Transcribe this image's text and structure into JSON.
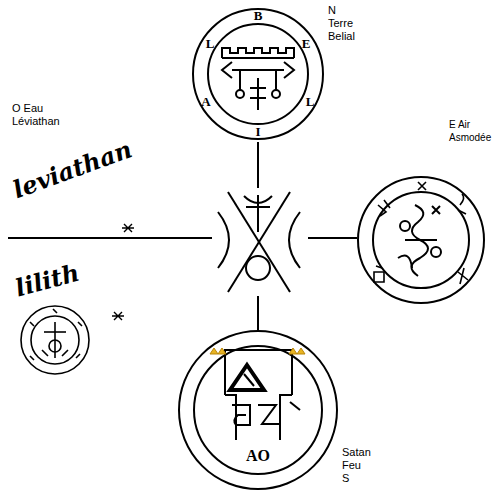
{
  "diagram": {
    "nodes": [
      {
        "text": [
          "B",
          "E",
          "L",
          "I",
          "A",
          "L",
          "N Terre Belial"
        ]
      },
      {
        "text": [
          "E Air Asmodée"
        ]
      },
      {
        "text": [
          "AO",
          "Satan Feu S"
        ]
      }
    ],
    "labels": [
      "O Eau Léviathan",
      "leviathan",
      "lilith"
    ]
  }
}
